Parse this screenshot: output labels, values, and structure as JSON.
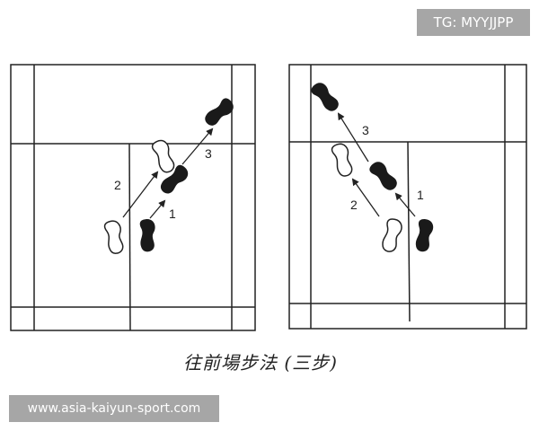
{
  "caption": "往前場步法 (三步)",
  "watermark_top": "TG: MYYJJPP",
  "watermark_bottom": "www.asia-kaiyun-sport.com",
  "colors": {
    "line": "#222222",
    "foot_filled": "#1a1a1a",
    "foot_outline": "#ffffff",
    "badge": "#a6a6a6"
  },
  "diagrams": [
    {
      "name": "left-court",
      "step_labels": [
        "1",
        "2",
        "3"
      ]
    },
    {
      "name": "right-court",
      "step_labels": [
        "1",
        "2",
        "3"
      ]
    }
  ]
}
